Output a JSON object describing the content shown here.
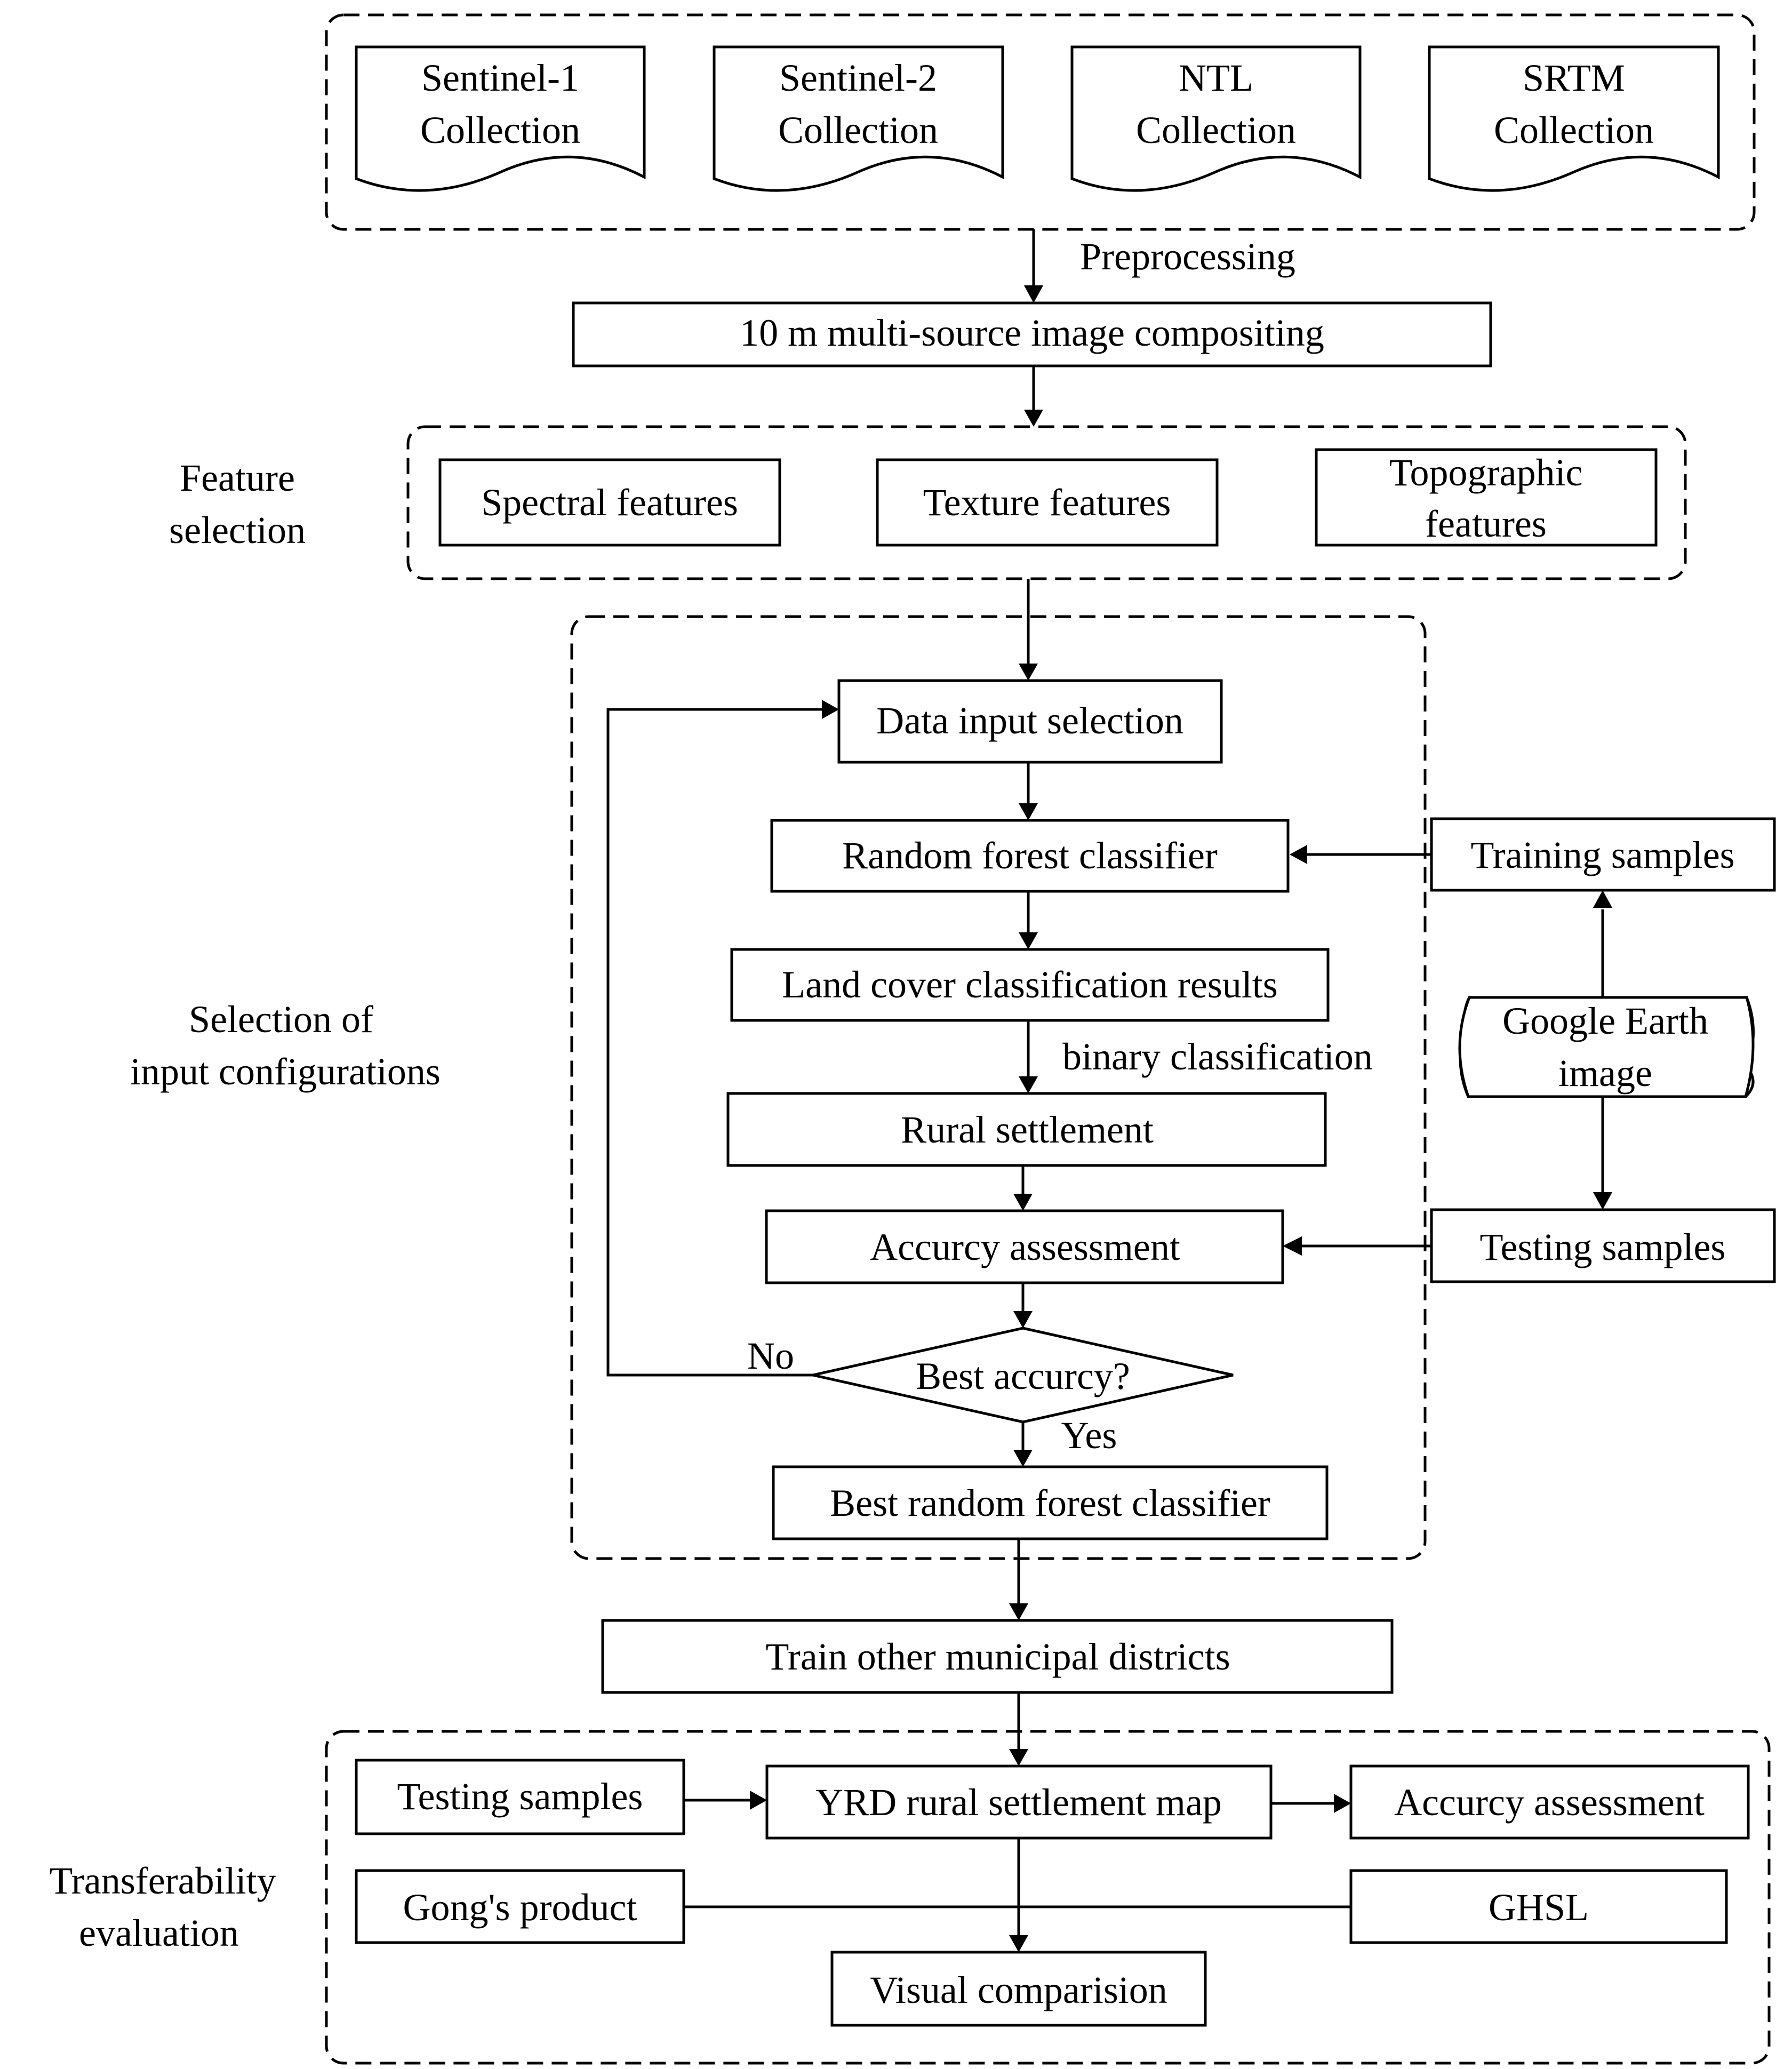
{
  "sources": [
    {
      "line1": "Sentinel-1",
      "line2": "Collection"
    },
    {
      "line1": "Sentinel-2",
      "line2": "Collection"
    },
    {
      "line1": "NTL",
      "line2": "Collection"
    },
    {
      "line1": "SRTM",
      "line2": "Collection"
    }
  ],
  "labels": {
    "preprocessing": "Preprocessing",
    "compositing": "10 m multi-source image compositing",
    "feature_selection_1": "Feature",
    "feature_selection_2": "selection",
    "spectral": "Spectral features",
    "texture": "Texture features",
    "topographic_1": "Topographic",
    "topographic_2": "features",
    "selection_1": "Selection of",
    "selection_2": "input configurations",
    "data_input": "Data input selection",
    "rf_classifier": "Random forest classifier",
    "land_cover": "Land cover classification results",
    "binary": "binary classification",
    "rural": "Rural settlement",
    "accuracy": "Accurcy  assessment",
    "best_q": "Best accurcy?",
    "no": "No",
    "yes": "Yes",
    "best_rf": "Best random forest classifier",
    "training": "Training samples",
    "google_1": "Google Earth",
    "google_2": "image",
    "testing": "Testing samples",
    "train_other": "Train other municipal districts",
    "transfer_1": "Transferability",
    "transfer_2": "evaluation",
    "testing2": "Testing samples",
    "yrd_map": "YRD rural settlement map",
    "accuracy2": "Accurcy assessment",
    "gong": "Gong's product",
    "ghsl": "GHSL",
    "visual": "Visual comparision"
  }
}
